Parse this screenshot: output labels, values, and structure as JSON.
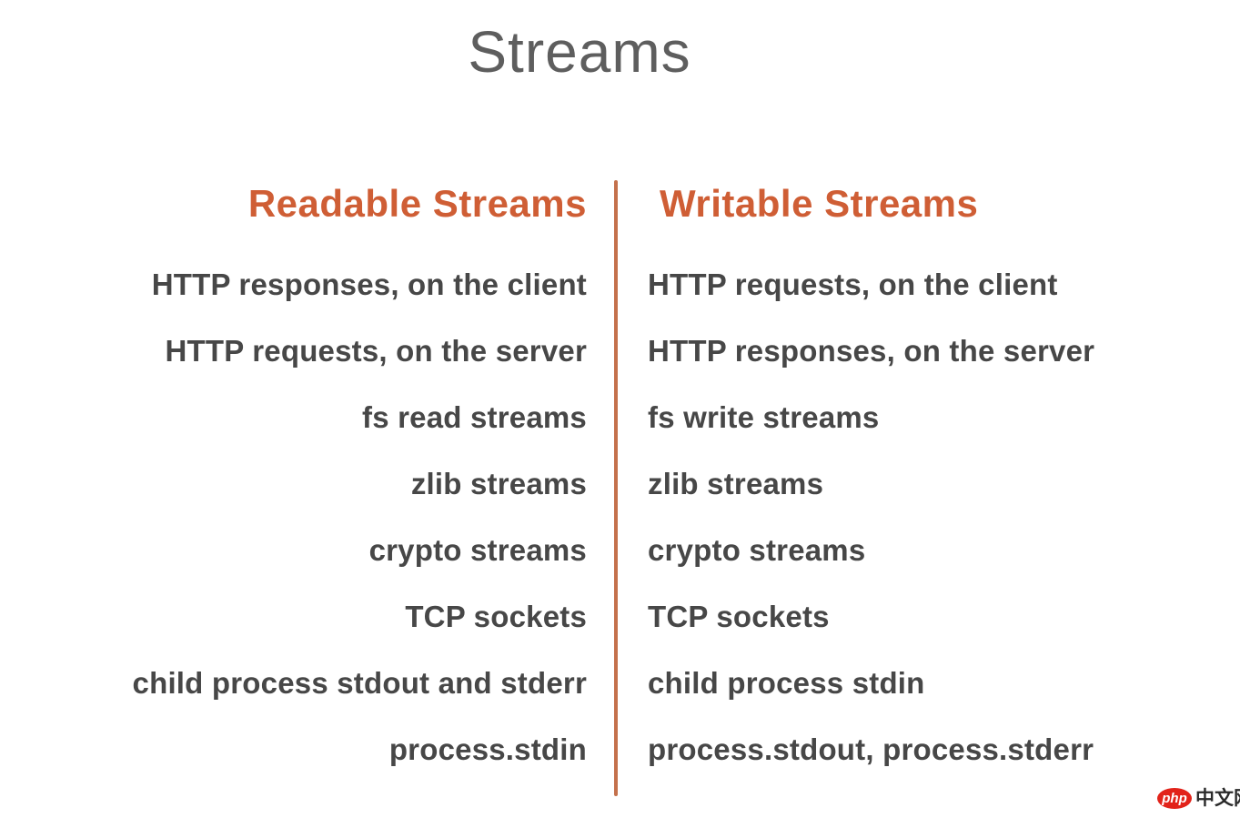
{
  "title": "Streams",
  "columns": {
    "readable": {
      "header": "Readable Streams",
      "items": [
        "HTTP responses, on the client",
        "HTTP requests, on the server",
        "fs read streams",
        "zlib streams",
        "crypto streams",
        "TCP sockets",
        "child process stdout and stderr",
        "process.stdin"
      ]
    },
    "writable": {
      "header": "Writable Streams",
      "items": [
        "HTTP requests, on the client",
        "HTTP responses, on the server",
        "fs write streams",
        "zlib streams",
        "crypto streams",
        "TCP sockets",
        "child process stdin",
        "process.stdout, process.stderr"
      ]
    }
  },
  "watermark": {
    "badge": "php",
    "text": "中文网"
  },
  "colors": {
    "accent_orange": "#cf5e35",
    "divider_orange": "#c4714c",
    "title_gray": "#5e5e5e",
    "item_gray": "#474747",
    "watermark_red": "#e2231a"
  }
}
